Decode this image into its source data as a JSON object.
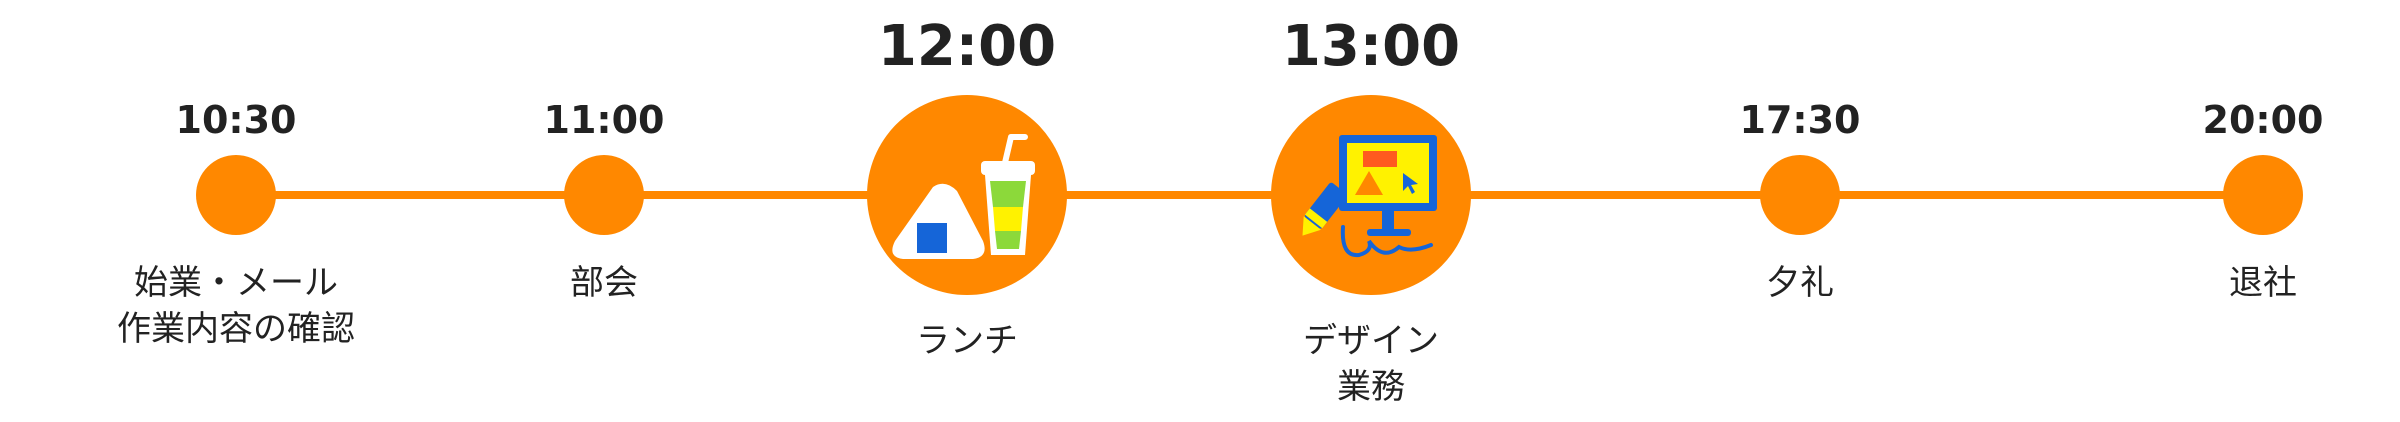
{
  "accent_color": "#FF8800",
  "events": [
    {
      "time": "10:30",
      "label_lines": [
        "始業・メール",
        "作業内容の確認"
      ]
    },
    {
      "time": "11:00",
      "label_lines": [
        "部会"
      ]
    },
    {
      "time": "12:00",
      "label_lines": [
        "ランチ"
      ],
      "icon": "lunch-icon"
    },
    {
      "time": "13:00",
      "label_lines": [
        "デザイン",
        "業務"
      ],
      "icon": "design-icon"
    },
    {
      "time": "17:30",
      "label_lines": [
        "夕礼"
      ]
    },
    {
      "time": "20:00",
      "label_lines": [
        "退社"
      ]
    }
  ]
}
